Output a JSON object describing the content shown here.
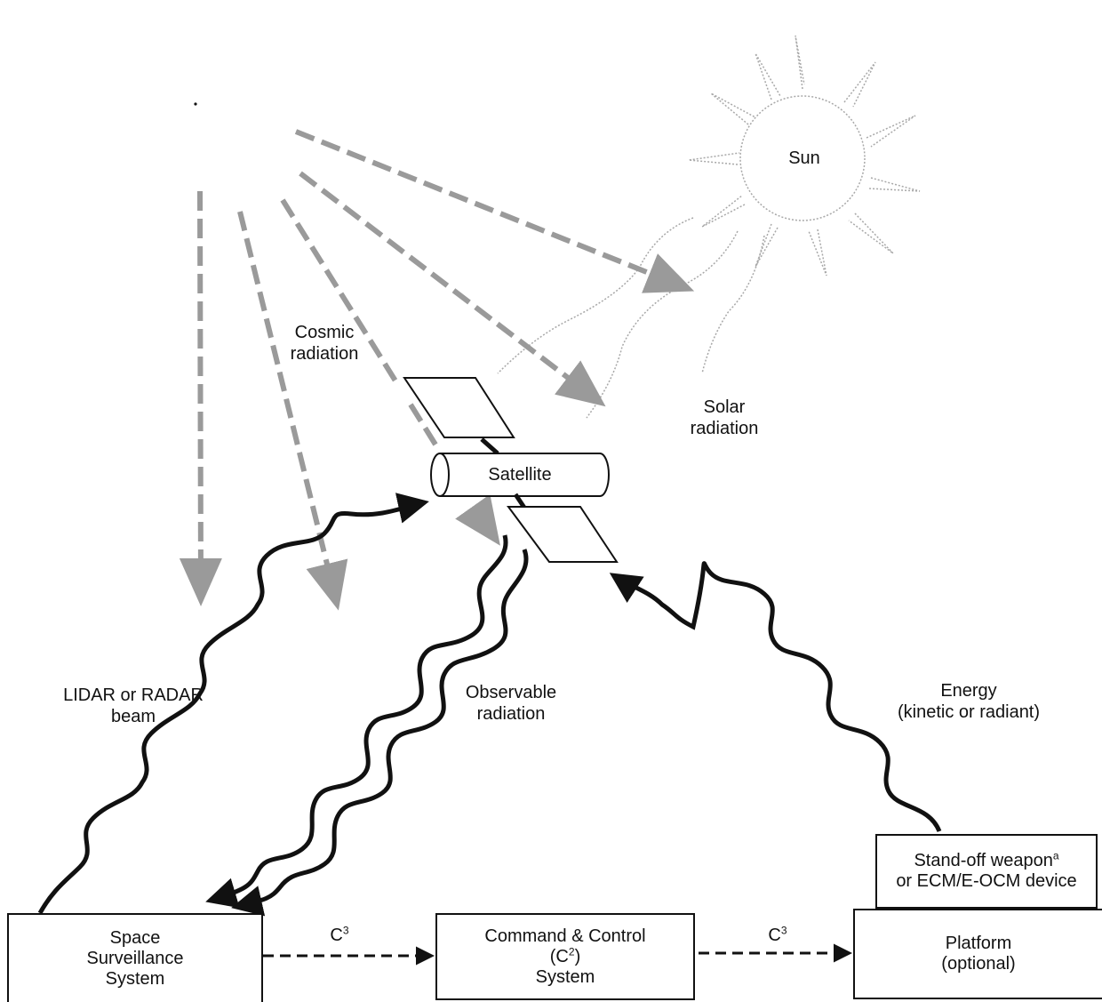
{
  "labels": {
    "sun": "Sun",
    "cosmic_radiation": [
      "Cosmic",
      "radiation"
    ],
    "solar_radiation": [
      "Solar",
      "radiation"
    ],
    "satellite": "Satellite",
    "lidar_radar_beam": [
      "LIDAR or RADAR",
      "beam"
    ],
    "observable_radiation": [
      "Observable",
      "radiation"
    ],
    "energy": [
      "Energy",
      "(kinetic or radiant)"
    ],
    "c3_left": "C",
    "c3_left_sup": "3",
    "c3_right": "C",
    "c3_right_sup": "3"
  },
  "boxes": {
    "space_surveillance": [
      "Space",
      "Surveillance",
      "System"
    ],
    "command_control": {
      "line1": "Command & Control",
      "line2_prefix": "(C",
      "line2_sup": "2",
      "line2_suffix": ")",
      "line3": "System"
    },
    "platform": [
      "Platform",
      "(optional)"
    ],
    "standoff": {
      "line1": "Stand-off weapon",
      "line1_sup": "a",
      "line2": "or ECM/E-OCM device"
    }
  },
  "colors": {
    "line": "#111111",
    "ray_fill": "#9a9a9a",
    "sun_outline": "#a8a8a8"
  }
}
